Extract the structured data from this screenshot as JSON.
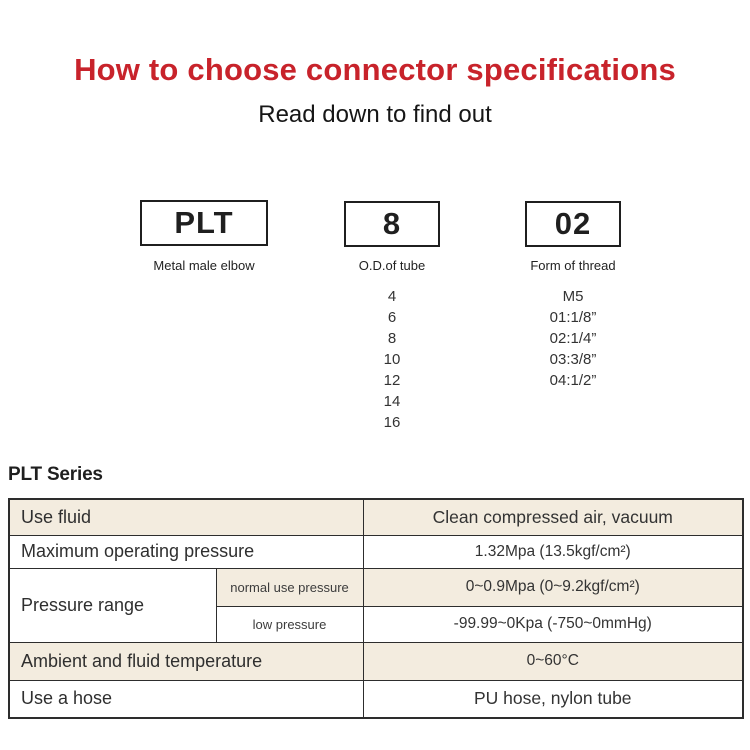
{
  "header": {
    "title": "How to choose connector specifications",
    "subtitle": "Read down to find out"
  },
  "colors": {
    "title_red": "#c8232b",
    "row_beige": "#f3ecdf",
    "table_border": "#2d2d2d"
  },
  "code_boxes": [
    {
      "code": "PLT",
      "label": "Metal male elbow"
    },
    {
      "code": "8",
      "label": "O.D.of tube"
    },
    {
      "code": "02",
      "label": "Form of thread"
    }
  ],
  "tube_sizes": [
    "4",
    "6",
    "8",
    "10",
    "12",
    "14",
    "16"
  ],
  "thread_forms": [
    "M5",
    "01:1/8”",
    "02:1/4”",
    "03:3/8”",
    "04:1/2”"
  ],
  "series_heading": "PLT Series",
  "spec_table": {
    "use_fluid": {
      "label": "Use fluid",
      "value": "Clean compressed air, vacuum"
    },
    "max_pressure": {
      "label": "Maximum operating pressure",
      "value": "1.32Mpa (13.5kgf/cm²)"
    },
    "pressure_range": {
      "label": "Pressure range",
      "normal": {
        "label": "normal use pressure",
        "value": "0~0.9Mpa (0~9.2kgf/cm²)"
      },
      "low": {
        "label": "low pressure",
        "value": "-99.99~0Kpa (-750~0mmHg)"
      }
    },
    "ambient_temp": {
      "label": "Ambient and fluid temperature",
      "value": "0~60°C"
    },
    "hose": {
      "label": "Use a hose",
      "value": "PU hose, nylon tube"
    }
  }
}
